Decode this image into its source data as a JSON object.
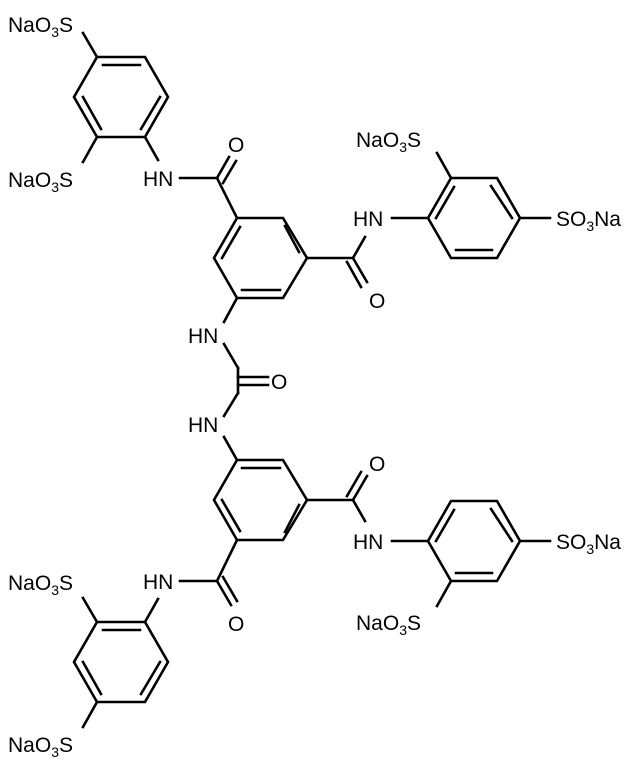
{
  "diagram": {
    "type": "chemical-structure",
    "description": "Symmetric urea-bridged bis(isophthalamide) with four 2,4-disulfonated anilide groups (sodium salts)",
    "labels": {
      "tl_top": {
        "pre": "NaO",
        "sub": "3",
        "post": "S"
      },
      "tl_bottom": {
        "pre": "NaO",
        "sub": "3",
        "post": "S"
      },
      "tl_hn": "HN",
      "tl_o": "O",
      "tr_top": {
        "pre": "NaO",
        "sub": "3",
        "post": "S"
      },
      "tr_right": {
        "pre": "SO",
        "sub": "3",
        "post": "Na"
      },
      "tr_hn": "HN",
      "tr_o": "O",
      "urea_hn_top": "HN",
      "urea_o": "O",
      "urea_hn_bottom": "HN",
      "br_o": "O",
      "br_hn": "HN",
      "br_right": {
        "pre": "SO",
        "sub": "3",
        "post": "Na"
      },
      "br_bottom": {
        "pre": "NaO",
        "sub": "3",
        "post": "S"
      },
      "bl_top": {
        "pre": "NaO",
        "sub": "3",
        "post": "S"
      },
      "bl_hn": "HN",
      "bl_o": "O",
      "bl_bottom": {
        "pre": "NaO",
        "sub": "3",
        "post": "S"
      }
    }
  }
}
